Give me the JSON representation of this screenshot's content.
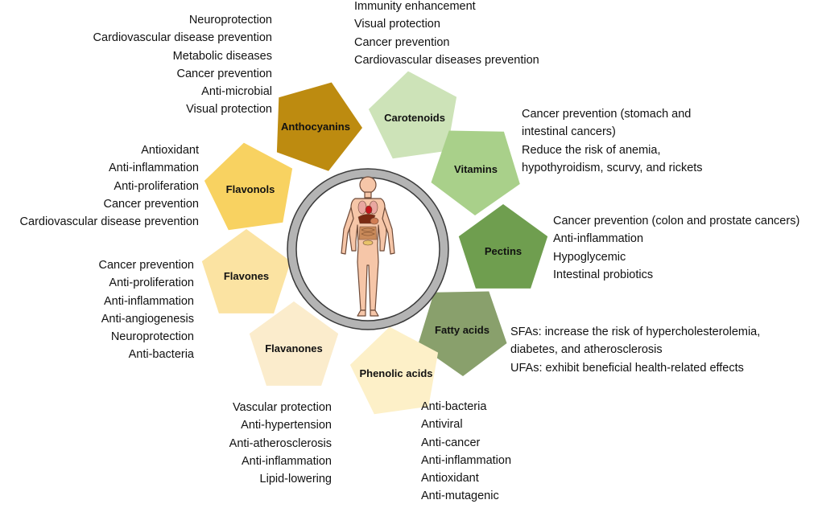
{
  "center": {
    "icon": "human-body-anatomy-icon",
    "ring_outer": "#b4b4b4",
    "ring_inner": "#ffffff",
    "border": "#3a3a3a"
  },
  "categories": [
    {
      "id": "anthocyanins",
      "label": "Anthocyanins",
      "color": "#bd8b10",
      "effects": [
        "Neuroprotection",
        "Cardiovascular disease prevention",
        "Metabolic diseases",
        "Cancer prevention",
        "Anti-microbial",
        "Visual protection"
      ]
    },
    {
      "id": "carotenoids",
      "label": "Carotenoids",
      "color": "#cde3b8",
      "effects": [
        "Immunity enhancement",
        "Visual protection",
        "Cancer prevention",
        "Cardiovascular diseases prevention"
      ]
    },
    {
      "id": "vitamins",
      "label": "Vitamins",
      "color": "#a9d08a",
      "effects": [
        "Cancer prevention (stomach and",
        "intestinal cancers)",
        "Reduce the risk of anemia,",
        "hypothyroidism, scurvy, and rickets"
      ]
    },
    {
      "id": "pectins",
      "label": "Pectins",
      "color": "#6f9e4f",
      "effects": [
        "Cancer prevention (colon and prostate cancers)",
        "Anti-inflammation",
        "Hypoglycemic",
        "Intestinal probiotics"
      ]
    },
    {
      "id": "fatty-acids",
      "label": "Fatty acids",
      "color": "#89a06c",
      "effects": [
        "SFAs: increase the risk of hypercholesterolemia,",
        "diabetes, and atherosclerosis",
        "UFAs: exhibit beneficial health-related effects"
      ]
    },
    {
      "id": "phenolic-acids",
      "label": "Phenolic acids",
      "color": "#fdf0c8",
      "effects": [
        "Anti-bacteria",
        "Antiviral",
        "Anti-cancer",
        "Anti-inflammation",
        "Antioxidant",
        "Anti-mutagenic"
      ]
    },
    {
      "id": "flavanones",
      "label": "Flavanones",
      "color": "#fbeccc",
      "effects": [
        "Vascular protection",
        "Anti-hypertension",
        "Anti-atherosclerosis",
        "Anti-inflammation",
        "Lipid-lowering"
      ]
    },
    {
      "id": "flavones",
      "label": "Flavones",
      "color": "#fbe3a2",
      "effects": [
        "Cancer prevention",
        "Anti-proliferation",
        "Anti-inflammation",
        "Anti-angiogenesis",
        "Neuroprotection",
        "Anti-bacteria"
      ]
    },
    {
      "id": "flavonols",
      "label": "Flavonols",
      "color": "#f8d261",
      "effects": [
        "Antioxidant",
        "Anti-inflammation",
        "Anti-proliferation",
        "Cancer prevention",
        "Cardiovascular disease prevention"
      ]
    }
  ]
}
